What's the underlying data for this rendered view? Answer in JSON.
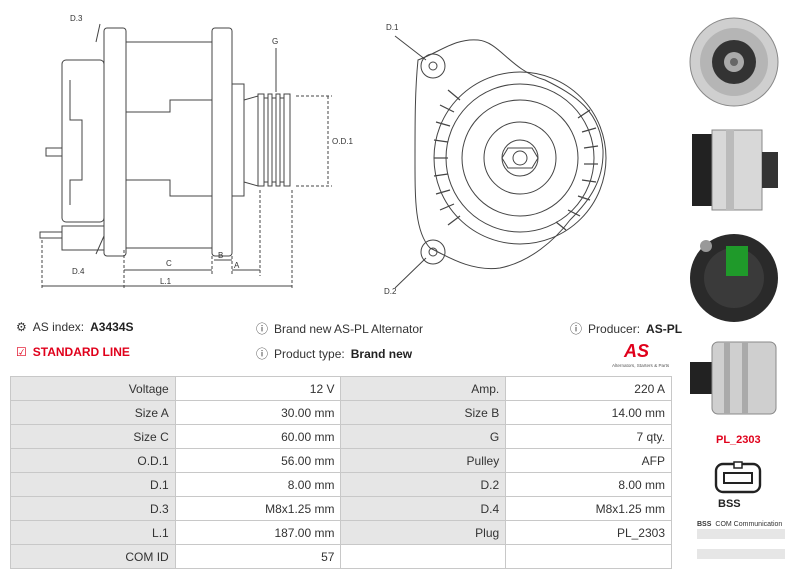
{
  "drawing": {
    "labels": {
      "d3": "D.3",
      "g": "G",
      "od1": "O.D.1",
      "d4": "D.4",
      "c": "C",
      "b": "B",
      "a": "A",
      "l1": "L.1",
      "d1": "D.1",
      "d2": "D.2"
    }
  },
  "info": {
    "as_index_label": "AS index:",
    "as_index_value": "A3434S",
    "standard_line": "STANDARD LINE",
    "brand_new": "Brand new AS-PL Alternator",
    "product_type_label": "Product type:",
    "product_type_value": "Brand new",
    "producer_label": "Producer:",
    "producer_value": "AS-PL"
  },
  "logo": {
    "text": "AS",
    "subtitle": "Alternators, Starters & Parts"
  },
  "specs": [
    [
      "Voltage",
      "12 V",
      "Amp.",
      "220 A"
    ],
    [
      "Size A",
      "30.00 mm",
      "Size B",
      "14.00 mm"
    ],
    [
      "Size C",
      "60.00 mm",
      "G",
      "7 qty."
    ],
    [
      "O.D.1",
      "56.00 mm",
      "Pulley",
      "AFP"
    ],
    [
      "D.1",
      "8.00 mm",
      "D.2",
      "8.00 mm"
    ],
    [
      "D.3",
      "M8x1.25 mm",
      "D.4",
      "M8x1.25 mm"
    ],
    [
      "L.1",
      "187.00 mm",
      "Plug",
      "PL_2303"
    ],
    [
      "COM ID",
      "57",
      "",
      ""
    ]
  ],
  "side": {
    "plug_code": "PL_2303",
    "bss_label": "BSS",
    "legend_code": "BSS",
    "legend_text": "COM Communication"
  },
  "colors": {
    "accent": "#e0001b",
    "label_bg": "#e6e6e6",
    "border": "#c8c8c8"
  }
}
